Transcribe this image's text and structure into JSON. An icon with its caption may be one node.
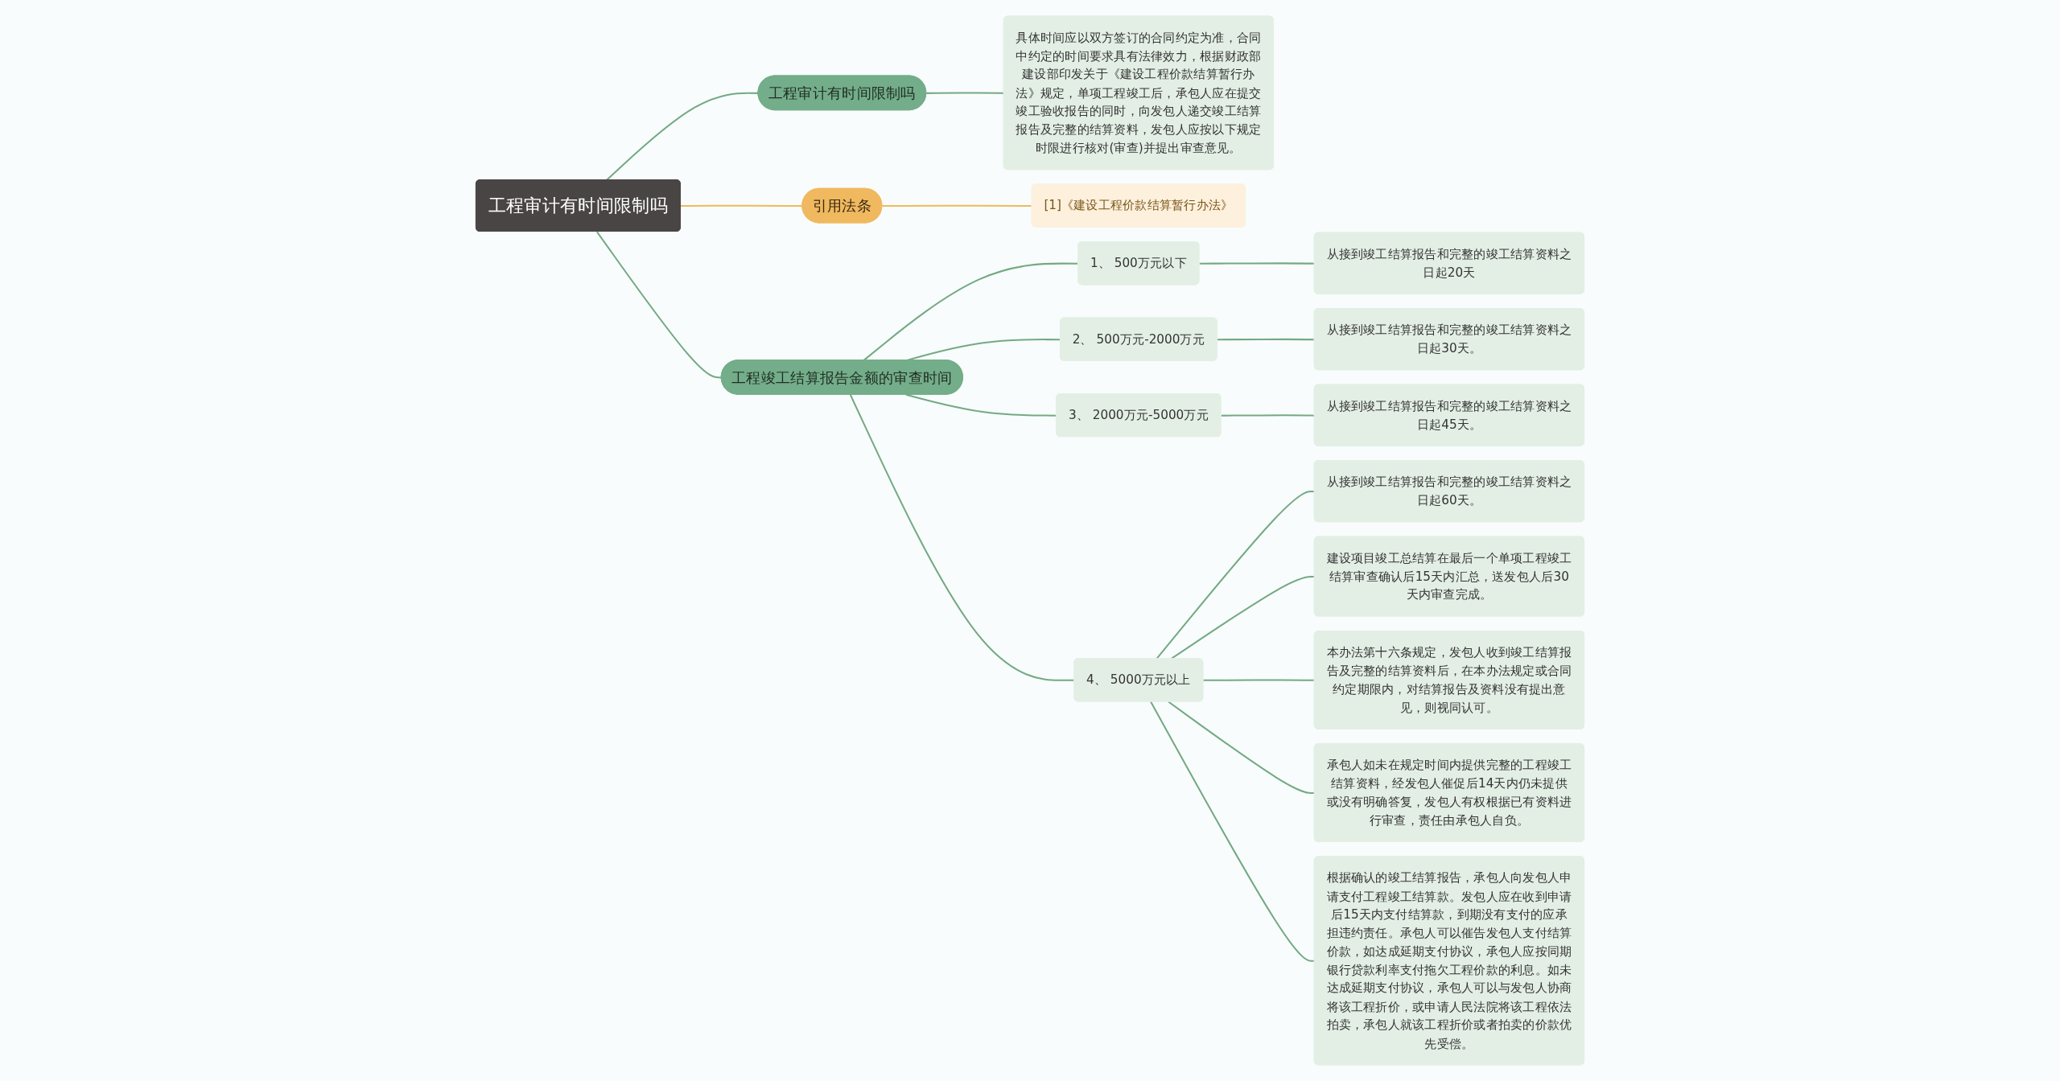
{
  "diagram": {
    "nodes": [
      {
        "text": [
          "工程审计有时间限制吗"
        ]
      },
      {
        "text": [
          "工程竣工结算报告金额的审查时间"
        ]
      },
      {
        "text": [
          "1、 500万元以下"
        ]
      },
      {
        "text": [
          "从接到竣工结算报告和完整的竣工结算资料之日起20天"
        ]
      },
      {
        "text": [
          "2、 500万元-2000万元"
        ]
      },
      {
        "text": [
          "从接到竣工结算报告和完整的竣工结算资料之日起30天。"
        ]
      },
      {
        "text": [
          "3、 2000万元-5000万元"
        ]
      },
      {
        "text": [
          "从接到竣工结算报告和完整的竣工结算资料之日起45天。"
        ]
      },
      {
        "text": [
          "4、 5000万元以上"
        ]
      },
      {
        "text": [
          "从接到竣工结算报告和完整的竣工结算资料之日起60天。"
        ]
      },
      {
        "text": [
          "建设项目竣工总结算在最后一个单项工程竣工结算审查确认后15天内汇总，送发包人后30天内审查完成。"
        ]
      },
      {
        "text": [
          "本办法第十六条规定，发包人收到竣工结算报告及完整的结算资料后，在本办法规定或合同约定期限内，对结算报告及资料没有提出意见，则视同认可。"
        ]
      },
      {
        "text": [
          "承包人如未在规定时间内提供完整的工程竣工结算资料，经发包人催促后14天内仍未提供或没有明确答复，发包人有权根据已有资料进行审查，责任由承包人自负。"
        ]
      },
      {
        "text": [
          "根据确认的竣工结算报告，承包人向发包人申请支付工程竣工结算款。发包人应在收到申请后15天内支付结算款，到期没有支付的应承担违约责任。承包人可以催告发包人支付结算价款，如达成延期支付协议，承包人应按同期银行贷款利率支付拖欠工程价款的利息。如未达成延期支付协议，承包人可以与发包人协商将该工程折价，或申请人民法院将该工程依法拍卖，承包人就该工程折价或者拍卖的价款优先受偿。"
        ]
      },
      {
        "text": [
          "工程审计有时间限制吗"
        ]
      },
      {
        "text": [
          "具体时间应以双方签订的合同约定为准，合同中约定的时间要求具有法律效力，根据财政部建设部印发关于《建设工程价款结算暂行办法》规定，单项工程竣工后，承包人应在提交竣工验收报告的同时，向发包人递交竣工结算报告及完整的结算资料，发包人应按以下规定时限进行核对(审查)并提出审查意见。"
        ]
      },
      {
        "text": [
          "引用法条"
        ]
      },
      {
        "text": [
          "[1]《建设工程价款结算暂行办法》"
        ]
      }
    ],
    "edges": [
      {
        "from": 0,
        "to": 1,
        "arrow": "none"
      },
      {
        "from": 1,
        "to": 2,
        "arrow": "none"
      },
      {
        "from": 2,
        "to": 3,
        "arrow": "none"
      },
      {
        "from": 1,
        "to": 4,
        "arrow": "none"
      },
      {
        "from": 4,
        "to": 5,
        "arrow": "none"
      },
      {
        "from": 1,
        "to": 6,
        "arrow": "none"
      },
      {
        "from": 6,
        "to": 7,
        "arrow": "none"
      },
      {
        "from": 1,
        "to": 8,
        "arrow": "none"
      },
      {
        "from": 8,
        "to": 9,
        "arrow": "none"
      },
      {
        "from": 8,
        "to": 10,
        "arrow": "none"
      },
      {
        "from": 8,
        "to": 11,
        "arrow": "none"
      },
      {
        "from": 8,
        "to": 12,
        "arrow": "none"
      },
      {
        "from": 8,
        "to": 13,
        "arrow": "none"
      },
      {
        "from": 0,
        "to": 14,
        "arrow": "none"
      },
      {
        "from": 14,
        "to": 15,
        "arrow": "none"
      },
      {
        "from": 0,
        "to": 16,
        "arrow": "none",
        "color": "#f0b95f"
      },
      {
        "from": 16,
        "to": 17,
        "arrow": "none",
        "color": "#f0b95f"
      }
    ]
  }
}
